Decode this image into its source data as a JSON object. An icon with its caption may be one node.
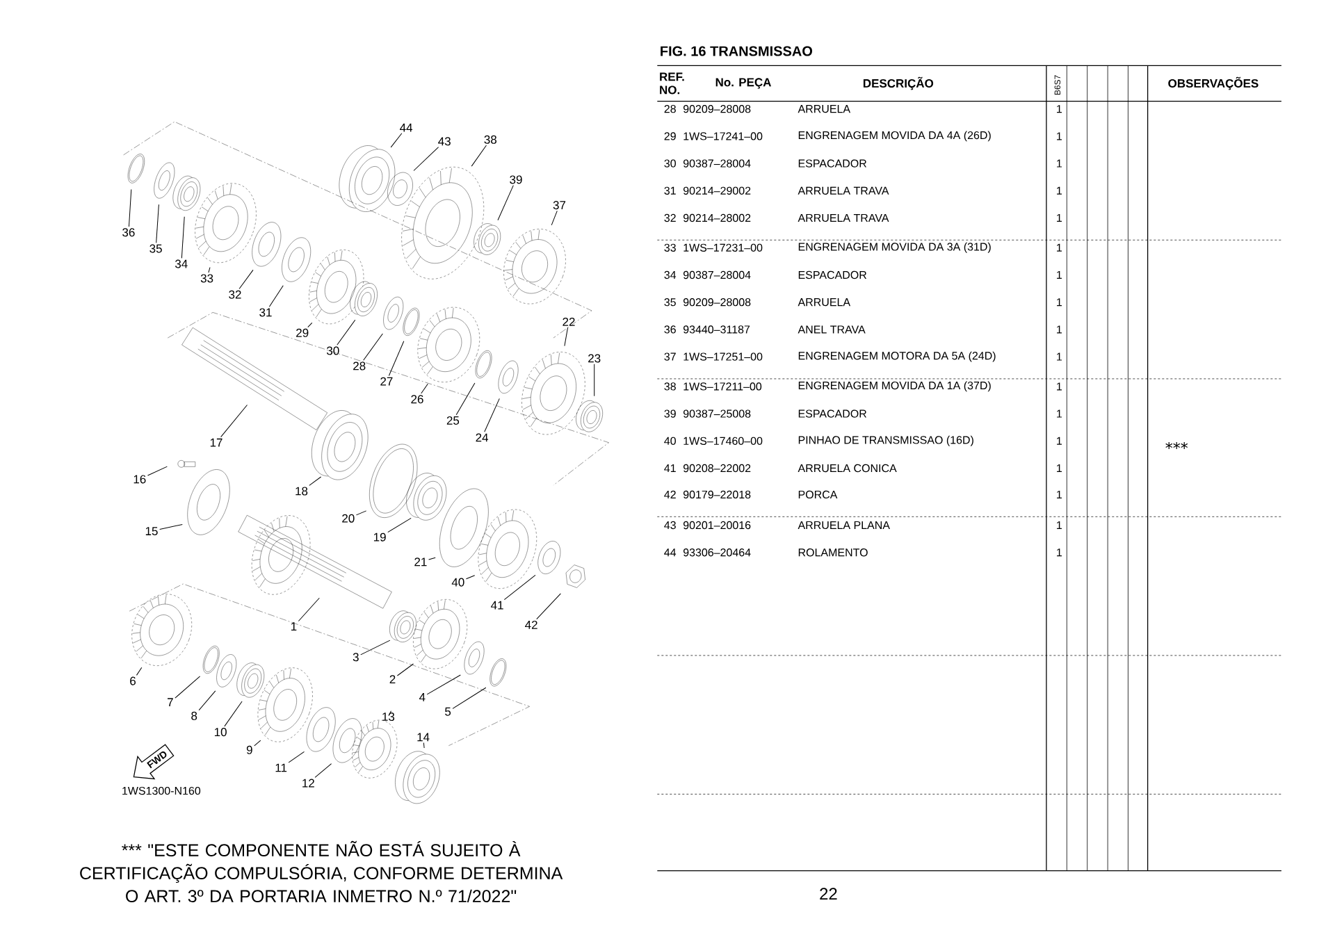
{
  "diagram": {
    "title": "FIG. 16 TRANSMISSAO",
    "nodes": [
      {
        "text": [
          "1"
        ]
      },
      {
        "text": [
          "2"
        ]
      },
      {
        "text": [
          "3"
        ]
      },
      {
        "text": [
          "4"
        ]
      },
      {
        "text": [
          "5"
        ]
      },
      {
        "text": [
          "6"
        ]
      },
      {
        "text": [
          "7"
        ]
      },
      {
        "text": [
          "8"
        ]
      },
      {
        "text": [
          "9"
        ]
      },
      {
        "text": [
          "10"
        ]
      },
      {
        "text": [
          "11"
        ]
      },
      {
        "text": [
          "12"
        ]
      },
      {
        "text": [
          "13"
        ]
      },
      {
        "text": [
          "14"
        ]
      },
      {
        "text": [
          "15"
        ]
      },
      {
        "text": [
          "16"
        ]
      },
      {
        "text": [
          "17"
        ]
      },
      {
        "text": [
          "18"
        ]
      },
      {
        "text": [
          "19"
        ]
      },
      {
        "text": [
          "20"
        ]
      },
      {
        "text": [
          "21"
        ]
      },
      {
        "text": [
          "22"
        ]
      },
      {
        "text": [
          "23"
        ]
      },
      {
        "text": [
          "24"
        ]
      },
      {
        "text": [
          "25"
        ]
      },
      {
        "text": [
          "26"
        ]
      },
      {
        "text": [
          "27"
        ]
      },
      {
        "text": [
          "28"
        ]
      },
      {
        "text": [
          "29"
        ]
      },
      {
        "text": [
          "30"
        ]
      },
      {
        "text": [
          "31"
        ]
      },
      {
        "text": [
          "32"
        ]
      },
      {
        "text": [
          "33"
        ]
      },
      {
        "text": [
          "34"
        ]
      },
      {
        "text": [
          "35"
        ]
      },
      {
        "text": [
          "36"
        ]
      },
      {
        "text": [
          "37"
        ]
      },
      {
        "text": [
          "38"
        ]
      },
      {
        "text": [
          "39"
        ]
      },
      {
        "text": [
          "40"
        ]
      },
      {
        "text": [
          "41"
        ]
      },
      {
        "text": [
          "42"
        ]
      },
      {
        "text": [
          "43"
        ]
      },
      {
        "text": [
          "44"
        ]
      }
    ],
    "edges": [
      {
        "from": 0,
        "to": null,
        "arrow": "none"
      },
      {
        "from": 1,
        "to": null,
        "arrow": "none"
      },
      {
        "from": 2,
        "to": null,
        "arrow": "none"
      },
      {
        "from": 3,
        "to": null,
        "arrow": "none"
      },
      {
        "from": 4,
        "to": null,
        "arrow": "none"
      },
      {
        "from": 5,
        "to": null,
        "arrow": "none"
      },
      {
        "from": 6,
        "to": null,
        "arrow": "none"
      },
      {
        "from": 7,
        "to": null,
        "arrow": "none"
      },
      {
        "from": 8,
        "to": null,
        "arrow": "none"
      },
      {
        "from": 9,
        "to": null,
        "arrow": "none"
      },
      {
        "from": 10,
        "to": null,
        "arrow": "none"
      },
      {
        "from": 11,
        "to": null,
        "arrow": "none"
      },
      {
        "from": 12,
        "to": null,
        "arrow": "none"
      },
      {
        "from": 13,
        "to": null,
        "arrow": "none"
      },
      {
        "from": 14,
        "to": null,
        "arrow": "none"
      },
      {
        "from": 15,
        "to": null,
        "arrow": "none"
      },
      {
        "from": 16,
        "to": null,
        "arrow": "none"
      },
      {
        "from": 17,
        "to": null,
        "arrow": "none"
      },
      {
        "from": 18,
        "to": null,
        "arrow": "none"
      },
      {
        "from": 19,
        "to": null,
        "arrow": "none"
      },
      {
        "from": 20,
        "to": null,
        "arrow": "none"
      },
      {
        "from": 21,
        "to": null,
        "arrow": "none"
      },
      {
        "from": 22,
        "to": null,
        "arrow": "none"
      },
      {
        "from": 23,
        "to": null,
        "arrow": "none"
      },
      {
        "from": 24,
        "to": null,
        "arrow": "none"
      },
      {
        "from": 25,
        "to": null,
        "arrow": "none"
      },
      {
        "from": 26,
        "to": null,
        "arrow": "none"
      },
      {
        "from": 27,
        "to": null,
        "arrow": "none"
      },
      {
        "from": 28,
        "to": null,
        "arrow": "none"
      },
      {
        "from": 29,
        "to": null,
        "arrow": "none"
      },
      {
        "from": 30,
        "to": null,
        "arrow": "none"
      },
      {
        "from": 31,
        "to": null,
        "arrow": "none"
      },
      {
        "from": 32,
        "to": null,
        "arrow": "none"
      },
      {
        "from": 33,
        "to": null,
        "arrow": "none"
      },
      {
        "from": 34,
        "to": null,
        "arrow": "none"
      },
      {
        "from": 35,
        "to": null,
        "arrow": "none"
      },
      {
        "from": 36,
        "to": null,
        "arrow": "none"
      },
      {
        "from": 37,
        "to": null,
        "arrow": "none"
      },
      {
        "from": 38,
        "to": null,
        "arrow": "none"
      },
      {
        "from": 39,
        "to": null,
        "arrow": "none"
      },
      {
        "from": 40,
        "to": null,
        "arrow": "none"
      },
      {
        "from": 41,
        "to": null,
        "arrow": "none"
      },
      {
        "from": 42,
        "to": null,
        "arrow": "none"
      },
      {
        "from": 43,
        "to": null,
        "arrow": "none"
      }
    ],
    "labels": [
      "FWD",
      "1WS1300-N160",
      "*** \"ESTE COMPONENTE NÃO ESTÁ SUJEITO À CERTIFICAÇÃO COMPULSÓRIA, CONFORME DETERMINA O ART. 3º DA PORTARIA INMETRO N.º 71/2022\"",
      "REF. NO.",
      "No. PEÇA",
      "DESCRIÇÃO",
      "B6S7",
      "OBSERVAÇÕES",
      "28",
      "90209–28008",
      "ARRUELA",
      "1",
      "29",
      "1WS–17241–00",
      "ENGRENAGEM MOVIDA DA 4A (26D)",
      "1",
      "30",
      "90387–28004",
      "ESPACADOR",
      "1",
      "31",
      "90214–29002",
      "ARRUELA TRAVA",
      "1",
      "32",
      "90214–28002",
      "ARRUELA TRAVA",
      "1",
      "33",
      "1WS–17231–00",
      "ENGRENAGEM MOVIDA DA 3A (31D)",
      "1",
      "34",
      "90387–28004",
      "ESPACADOR",
      "1",
      "35",
      "90209–28008",
      "ARRUELA",
      "1",
      "36",
      "93440–31187",
      "ANEL TRAVA",
      "1",
      "37",
      "1WS–17251–00",
      "ENGRENAGEM MOTORA DA 5A (24D)",
      "1",
      "38",
      "1WS–17211–00",
      "ENGRENAGEM MOVIDA DA 1A (37D)",
      "1",
      "39",
      "90387–25008",
      "ESPACADOR",
      "1",
      "40",
      "1WS–17460–00",
      "PINHAO DE TRANSMISSAO (16D)",
      "1",
      "***",
      "41",
      "90208–22002",
      "ARRUELA CONICA",
      "1",
      "42",
      "90179–22018",
      "PORCA",
      "1",
      "43",
      "90201–20016",
      "ARRUELA PLANA",
      "1",
      "44",
      "93306–20464",
      "ROLAMENTO",
      "1",
      "22"
    ]
  }
}
